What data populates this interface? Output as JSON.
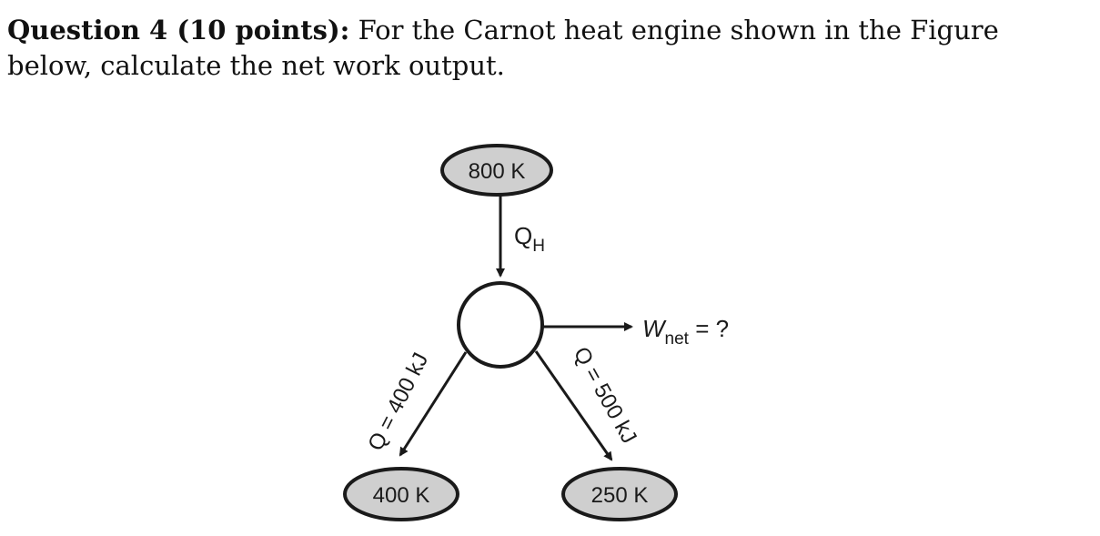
{
  "question": {
    "label": "Question 4 (10 points):",
    "body": " For the Carnot heat engine shown in the Figure below, calculate the net work output."
  },
  "figure": {
    "hot_reservoir": "800 K",
    "heat_in_symbol": "Q",
    "heat_in_subscript": "H",
    "work_symbol": "W",
    "work_subscript": "net",
    "work_value": " = ?",
    "heat_to_left": "Q = 400 kJ",
    "heat_to_right": "Q = 500 kJ",
    "cold_reservoir_left": "400 K",
    "cold_reservoir_right": "250 K",
    "colors": {
      "reservoir_fill": "#cfcfcf",
      "line": "#1a1a1a"
    }
  }
}
